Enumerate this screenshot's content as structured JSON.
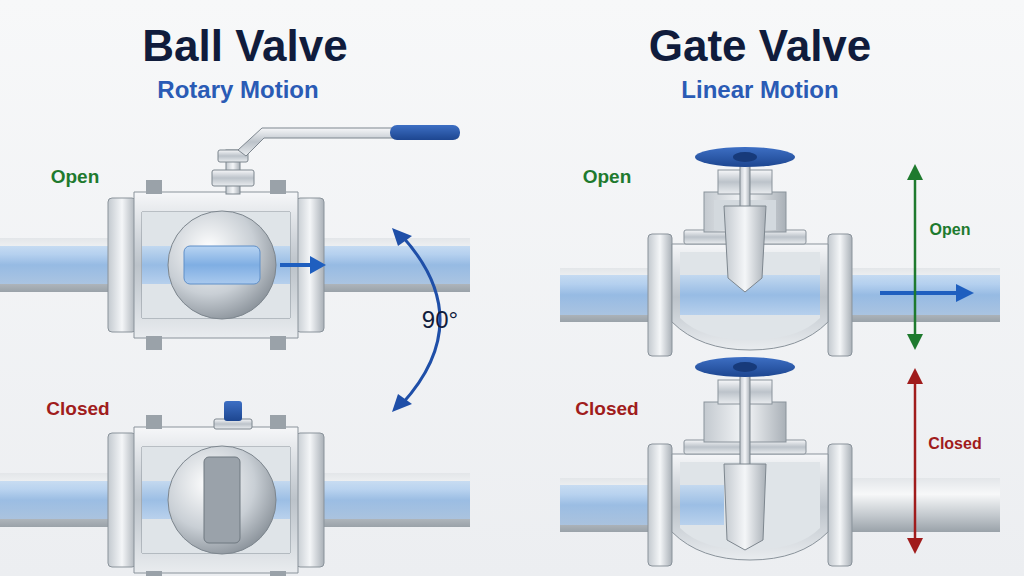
{
  "diagram": {
    "labels": [
      "Ball Valve",
      "Rotary Motion",
      "Open",
      "Closed",
      "90°",
      "Gate Valve",
      "Linear Motion",
      "Open",
      "Closed",
      "Open",
      "Closed"
    ]
  }
}
